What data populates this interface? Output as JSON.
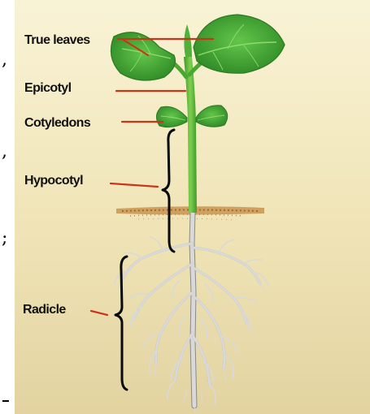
{
  "diagram": {
    "labels": {
      "true_leaves": "True leaves",
      "epicotyl": "Epicotyl",
      "cotyledons": "Cotyledons",
      "hypocotyl": "Hypocotyl",
      "radicle": "Radicle"
    },
    "colors": {
      "background_light": "#f8f1cf",
      "background_dark": "#dfcf9c",
      "leaf": "#4db33a",
      "leaf_dark": "#2f7a24",
      "stem": "#6cc63f",
      "soil": "#b5793a",
      "root": "#d9d9d9",
      "pointer_line": "#c8361a",
      "brace": "#0a0a0a"
    }
  }
}
